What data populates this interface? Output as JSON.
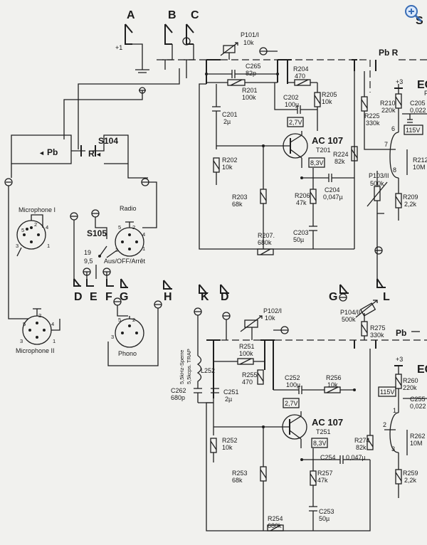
{
  "connectors": {
    "A": "A",
    "B": "B",
    "C": "C",
    "D": "D",
    "E": "E",
    "F": "F",
    "G": "G",
    "H": "H",
    "K": "K",
    "L": "L"
  },
  "misc": {
    "plus_one": "+1",
    "pb_r": "Pb R",
    "pb": "Pb",
    "s_top": "S",
    "ec_1": "EC",
    "ec_2": "EC",
    "p_frag": "P",
    "trap_freq": "5,5kHz-Sperre",
    "trap_sub": "5,5kcps. TRAP"
  },
  "switches": {
    "s104": "S104",
    "s104_pb": "Pb",
    "s104_r": "R",
    "s105": "S105",
    "pos_19": "19",
    "pos_95": "9,5",
    "mode": "Aus/OFF/Arrêt"
  },
  "jacks": {
    "mic1": "Microphone I",
    "mic2": "Microphone II",
    "radio": "Radio",
    "phono": "Phono"
  },
  "pins": [
    "1",
    "2",
    "3",
    "4",
    "5",
    "6"
  ],
  "transistors": {
    "t201_type": "AC 107",
    "t201": "T201",
    "t201_vb": "2,7V",
    "t201_vc": "8,3V",
    "t251_type": "AC 107",
    "t251": "T251",
    "t251_vb": "2,7V",
    "t251_vc": "8,3V"
  },
  "upper": {
    "p101": "P101/I",
    "p101_v": "10k",
    "c265": "C265",
    "c265_v": "82p",
    "r201": "R201",
    "r201_v": "100k",
    "r204": "R204",
    "r204_v": "470",
    "c202": "C202",
    "c202_v": "100µ",
    "r205": "R205",
    "r205_v": "10k",
    "c201": "C201",
    "c201_v": "2µ",
    "r202": "R202",
    "r202_v": "10k",
    "r203": "R203",
    "r203_v": "68k",
    "r206": "R206",
    "r206_v": "47k",
    "c204": "C204",
    "c204_v": "0,047µ",
    "c203": "C203",
    "c203_v": "50µ",
    "r207": "R207.",
    "r207_v": "680k",
    "r224": "R224",
    "r224_v": "82k",
    "r225": "R225",
    "r225_v": "330k",
    "r210": "R210",
    "r210_v": "220k",
    "c205": "C205",
    "c205_v": "0,022",
    "v_115": "115V",
    "plus3": "+3",
    "r212": "R212",
    "r212_v": "10M",
    "p103": "P103/II",
    "p103_v": "500k",
    "r209": "R209",
    "r209_v": "2,2k"
  },
  "lower": {
    "p102": "P102/I",
    "p102_v": "10k",
    "r251": "R251",
    "r251_v": "100k",
    "r255": "R255",
    "r255_v": "470",
    "c252": "C252",
    "c252_v": "100µ",
    "r256": "R256",
    "r256_v": "10k",
    "l252": "L252",
    "c262": "C262",
    "c262_v": "680p",
    "c251": "C251",
    "c251_v": "2µ",
    "r252": "R252",
    "r252_v": "10k",
    "r253": "R253",
    "r253_v": "68k",
    "r257": "R257",
    "r257_v": "47k",
    "c254": "C254",
    "c254_v": "0,047µ",
    "c253": "C253",
    "c253_v": "50µ",
    "r254": "R254",
    "r254_v": "680k",
    "r274": "R274",
    "r274_v": "82k",
    "p104": "P104/II",
    "p104_v": "500k",
    "r275": "R275",
    "r275_v": "330k",
    "r260": "R260",
    "r260_v": "220k",
    "c255": "C255",
    "c255_v": "0,022",
    "v_115": "115V",
    "plus3": "+3",
    "r262": "R262",
    "r262_v": "10M",
    "r259": "R259",
    "r259_v": "2,2k"
  },
  "icons": {
    "zoom": "zoom-in-icon"
  }
}
